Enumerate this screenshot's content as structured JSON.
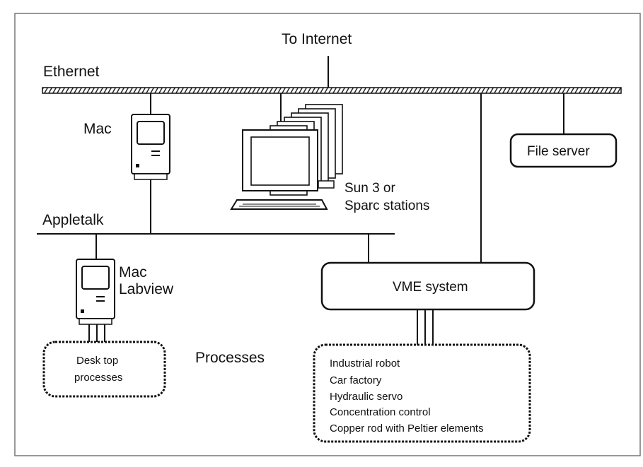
{
  "diagram": {
    "top_label": "To Internet",
    "ethernet_label": "Ethernet",
    "appletalk_label": "Appletalk",
    "mac_label": "Mac",
    "sun_label_line1": "Sun 3   or",
    "sun_label_line2": "Sparc stations",
    "file_server_label": "File server",
    "mac_labview_line1": "Mac",
    "mac_labview_line2": "Labview",
    "vme_label": "VME system",
    "processes_label": "Processes",
    "desk_top_line1": "Desk top",
    "desk_top_line2": "processes",
    "vme_processes": [
      "Industrial robot",
      "Car factory",
      "Hydraulic servo",
      "Concentration control",
      "Copper rod with Peltier elements"
    ]
  }
}
